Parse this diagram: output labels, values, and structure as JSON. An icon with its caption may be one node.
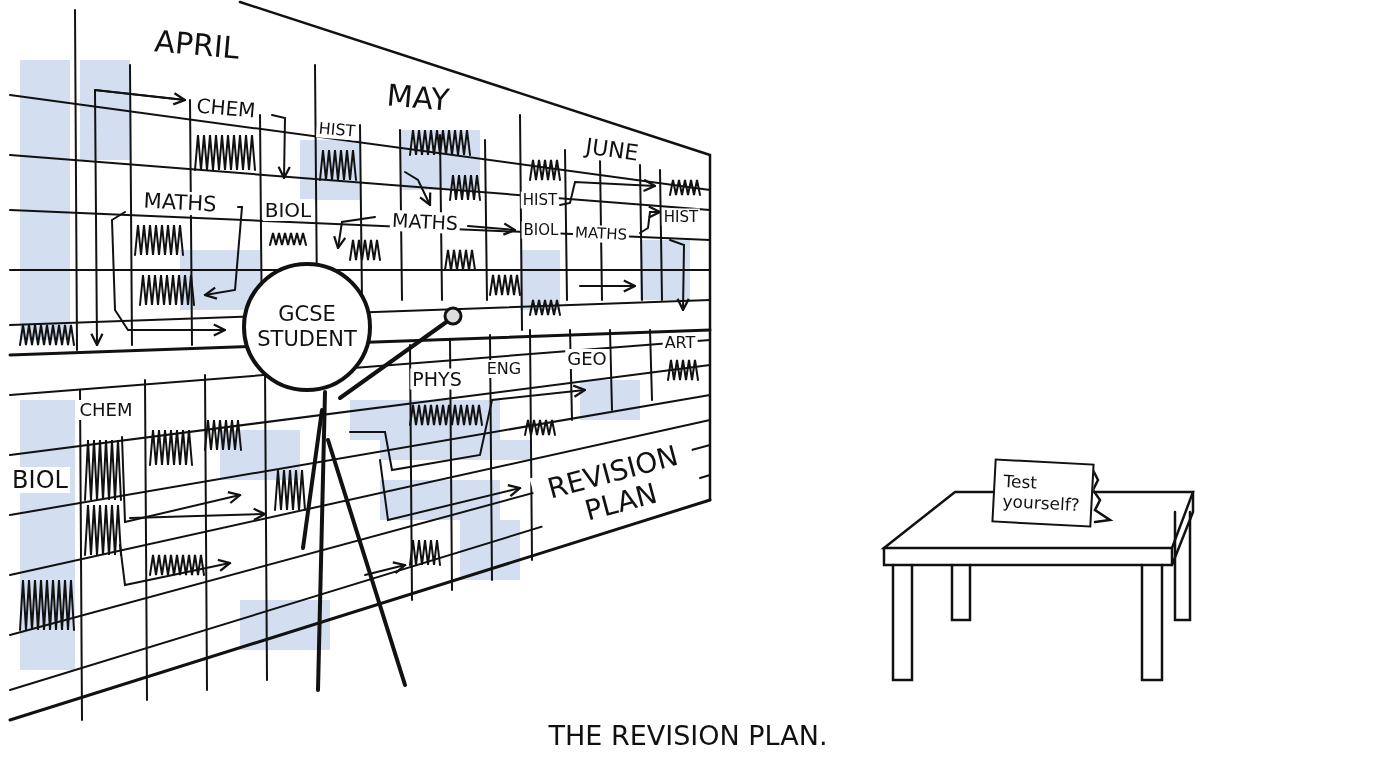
{
  "diagram": {
    "caption": "THE REVISION PLAN.",
    "nodes": [
      {
        "text": [
          "GCSE STUDENT"
        ]
      },
      {
        "text": [
          "Test yourself?"
        ]
      }
    ],
    "labels": [
      "APRIL",
      "MAY",
      "CHEM",
      "HIST",
      "JUNE",
      "MATHS",
      "BIOL",
      "HIST",
      "MATHS",
      "BIOL",
      "MATHS",
      "HIST",
      "ART",
      "GEO",
      "PHYS",
      "ENG",
      "CHEM",
      "BIOL",
      "REVISION PLAN"
    ]
  }
}
